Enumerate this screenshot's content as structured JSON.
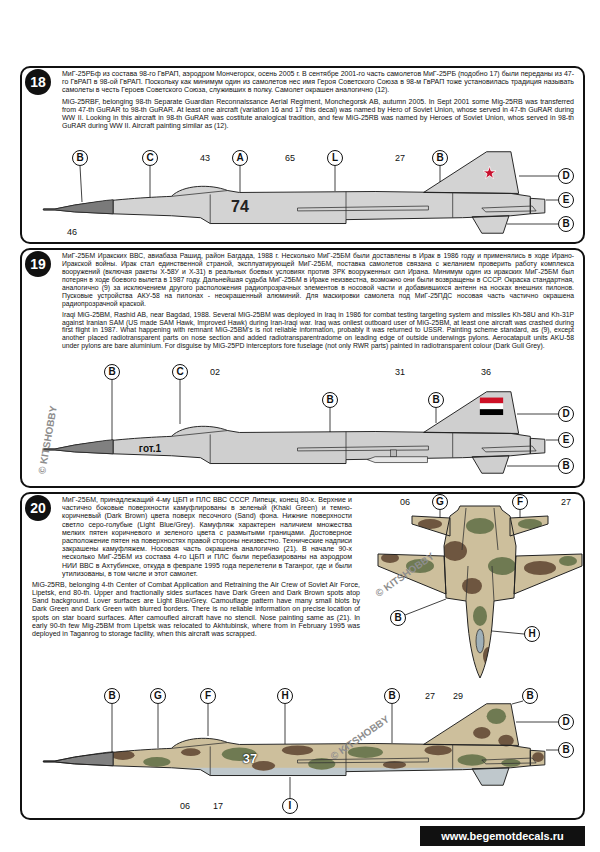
{
  "diagram": {
    "nodes": [
      {
        "text": [
          "МиГ-25РБф из состава 98-го ГвРАП, аэродром Мончегорск, осень 2005 г. В сентябре 2001-го часть самолетов МиГ-25РБ (подобно 17) были переданы из 47-го ГвРАП в 98-ой ГвРАП. Поскольку как минимум один из самолетов нес имя Героя Советского Союза в 98-м ГвРАП тоже установилась традиция называть самолеты в честь Героев Советского Союза, служивших в полку. Самолет окрашен аналогично (12).",
          "MiG-25RBF, belonging 98-th Separate Guardian Reconnaissance Aerial Regiment, Monchegorsk AB, autumn 2005. In Sept 2001 some Mig-25RB was transferred from 47-th GuRAR to 98-th GuRAR. At least one aircraft (variation 16 and 17 this decal) was named by Hero of Soviet Union, whose served in 47-th GuRAR during WW II. Looking in this aircraft in 98-th GuRAR was costitute analogical tradition, and few MiG-25RB was named by Heroes of Soviet Union, whos served in 98-th GuRAR during WW II. Aircraft painting similar as (12)."
        ]
      },
      {
        "text": [
          "18"
        ],
        "in": 0
      },
      {
        "text": [
          "B"
        ],
        "in": 0
      },
      {
        "text": [
          "C"
        ],
        "in": 0
      },
      {
        "text": [
          "A"
        ],
        "in": 0
      },
      {
        "text": [
          "L"
        ],
        "in": 0
      },
      {
        "text": [
          "B"
        ],
        "in": 0
      },
      {
        "text": [
          "D"
        ],
        "in": 0
      },
      {
        "text": [
          "E"
        ],
        "in": 0
      },
      {
        "text": [
          "B"
        ],
        "in": 0
      },
      {
        "text": [
          "МиГ-25БМ Иракских ВВС, авиабаза Рашид, район Багдада, 1988 г. Несколько МиГ-25БМ были доставлены в Ирак в 1986 году и применялись в ходе Ирано-Иракской войны. Ирак стал единственной страной, эксплуатирующей МиГ-25БМ, поставка самолетов связана с желанием проверить работу комплекса вооружений (включая ракеты Х-58У и Х-31) в реальных боевых условиях против ЗРК вооруженных сил Ирана. Минимум один из иракских МиГ-25БМ был потерян в ходе боевого вылета в 1987 году. Дальнейшая судьба МиГ-25БМ в Ираке неизвестна, возможно они были возвращены в СССР. Окраска стандартная, аналогично (9) за исключением другого расположения радиопрозрачных элементов в носовой части и добавившихся антенн на носках внешних пилонов. Пусковые устройства АКУ-58 на пилонах - неокрашенный алюминий. Для маскировки самолета под МиГ-25ПДС носовая часть частично окрашена радиопрозрачной краской.",
          "Iraqi MiG-25BM, Rashid AB, near Bagdad, 1988. Several MiG-25BM was deployed in Iraq in 1986 for combat testing targeting system and missiles Kh-58U and Kh-31P against Iranian SAM (US made SAM Hawk, Improved Hawk) during Iran-Iraqi war. Iraq was onliest outboard user of MiG-25BM, at least one aircraft was crashed during first flight in 1987. What happening with remnant MiG-25BM's is not reliable information, probably it was returned to USSR. Painting scheme standard, as (9), except another placed radiotransparent parts on nose section and added radiotransparentradome on leading edge of outside underwings pylons. Aerocatapult units AKU-58 under pylons are bare aluminium. For disguise by MiG-25PD interceptors fore fuselage (not only RWR parts) painted in radiotransparent colour (Dark Gull Grey)."
        ]
      },
      {
        "text": [
          "19"
        ],
        "in": 10
      },
      {
        "text": [
          "B"
        ],
        "in": 10
      },
      {
        "text": [
          "C"
        ],
        "in": 10
      },
      {
        "text": [
          "B"
        ],
        "in": 10
      },
      {
        "text": [
          "B"
        ],
        "in": 10
      },
      {
        "text": [
          "D"
        ],
        "in": 10
      },
      {
        "text": [
          "E"
        ],
        "in": 10
      },
      {
        "text": [
          "B"
        ],
        "in": 10
      },
      {
        "text": [
          "МиГ-25БМ, принадлежащий 4-му ЦБП и ПЛС ВВС СССР. Липецк, конец 80-х. Верхние и частично боковые поверхности камуфлированы в зеленый (Khaki Green) и темно-коричневый (Dark Brown) цвета поверх песочного (Sand) фона. Нижние поверхности светло серо-голубые (Light Blue/Grey). Камуфляж характерен наличием множества мелких пятен коричневого и зеленого цвета с размытыми границами. Достоверное расположение пятен на поверхностях правой стороны неизвестно. Технические надписи закрашены камуфляжем. Носовая часть окрашена аналогично (21). В начале 90-х несколько МиГ-25БМ из состава 4-го ЦБП и ПЛС были перебазированы на аэродром НИИ ВВС в Ахтубинске, откуда в феврале 1995 года перелетели в Таганрог, где и были утилизованы, в том числе и этот самолет.",
          "MiG-25RB, belonging 4-th Center of Combat Application and Retraining the Air Crew of Soviet Air Force, Lipetsk, end 80-th. Upper and fractionally sides surfaces have Dark Green and Dark Brown spots atop Sand background. Lover surfaces are Light Blue/Grey. Camouflage pattern have many small blots by Dark Green and Dark Green with blurred borders. There is no reliable information on precise location of spots on star board surfaces. After camoufled aircraft have no stencil. Nose painting same as (21). In early 90-th few Mig-25BM from Lipetsk was relocated to Akhtubinsk, where from in February 1995 was deployed in Taganrog to storage facility, when this aircraft was scrapped."
        ]
      },
      {
        "text": [
          "20"
        ],
        "in": 19
      },
      {
        "text": [
          "G"
        ],
        "in": 19
      },
      {
        "text": [
          "F"
        ],
        "in": 19
      },
      {
        "text": [
          "B"
        ],
        "in": 19
      },
      {
        "text": [
          "H"
        ],
        "in": 19
      },
      {
        "text": [
          "B"
        ],
        "in": 19
      },
      {
        "text": [
          "G"
        ],
        "in": 19
      },
      {
        "text": [
          "F"
        ],
        "in": 19
      },
      {
        "text": [
          "H"
        ],
        "in": 19
      },
      {
        "text": [
          "B"
        ],
        "in": 19
      },
      {
        "text": [
          "B"
        ],
        "in": 19
      },
      {
        "text": [
          "D"
        ],
        "in": 19
      },
      {
        "text": [
          "B"
        ],
        "in": 19
      },
      {
        "text": [
          "I"
        ],
        "in": 19
      },
      {
        "text": [
          "www.begemotdecals.ru"
        ]
      }
    ],
    "labels": [
      "43",
      "65",
      "27",
      "74",
      "46",
      "02",
      "31",
      "36",
      "гот.1",
      "© KITSHOBBY",
      "06",
      "27",
      "© KITSHOBBY",
      "27",
      "29",
      "37",
      "© KITSHOBBY",
      "06",
      "17"
    ]
  }
}
